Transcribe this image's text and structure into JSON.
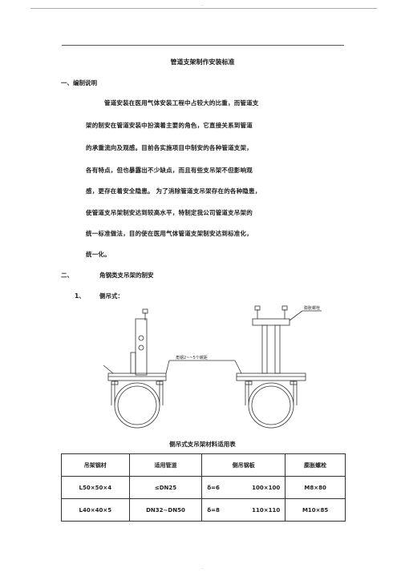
{
  "doc": {
    "header_mark": "...",
    "title": "管道支架制作安装标准",
    "sec1": {
      "heading": "一、编制说明",
      "lines": [
        "管道安装在医用气体安装工程中占较大的比重，而管道支",
        "架的制安在管道安装中扮演着主要的角色，它直接关系到管道",
        "的承重流向及观感。目前各实施项目中制安的各种管道支架，",
        "各有特点，但也暴露出不少缺点，而且有些支吊架不但影响观",
        "感，更存在着安全隐患。 为了消除管道支吊架存在的各种隐患，",
        "使管道支吊架制安达到较高水平，特制定我公司管道支吊架的",
        "统一标准做法，目的使在医用气体管道支架制安达到标准化，",
        "统一化。"
      ]
    },
    "sec2": {
      "num": "二、",
      "heading": "角钢类支吊架的制安"
    },
    "sub1": {
      "num": "1、",
      "heading": "侧吊式："
    },
    "drawing": {
      "label_plate": "膨胀螺栓",
      "label_middle": "角钢2~~5个螺距"
    },
    "table": {
      "caption": "侧吊式支吊架材料适用表",
      "headers": [
        "吊架钢材",
        "适用管道",
        "侧吊钢板",
        "膨胀螺栓"
      ],
      "rows": [
        [
          "L50×50×4",
          "≤DN25",
          "δ=6",
          "100×100",
          "M8×80"
        ],
        [
          "L40×40×5",
          "DN32~DN50",
          "δ=8",
          "110×110",
          "M10×85"
        ]
      ]
    },
    "footer_mark": "..."
  }
}
